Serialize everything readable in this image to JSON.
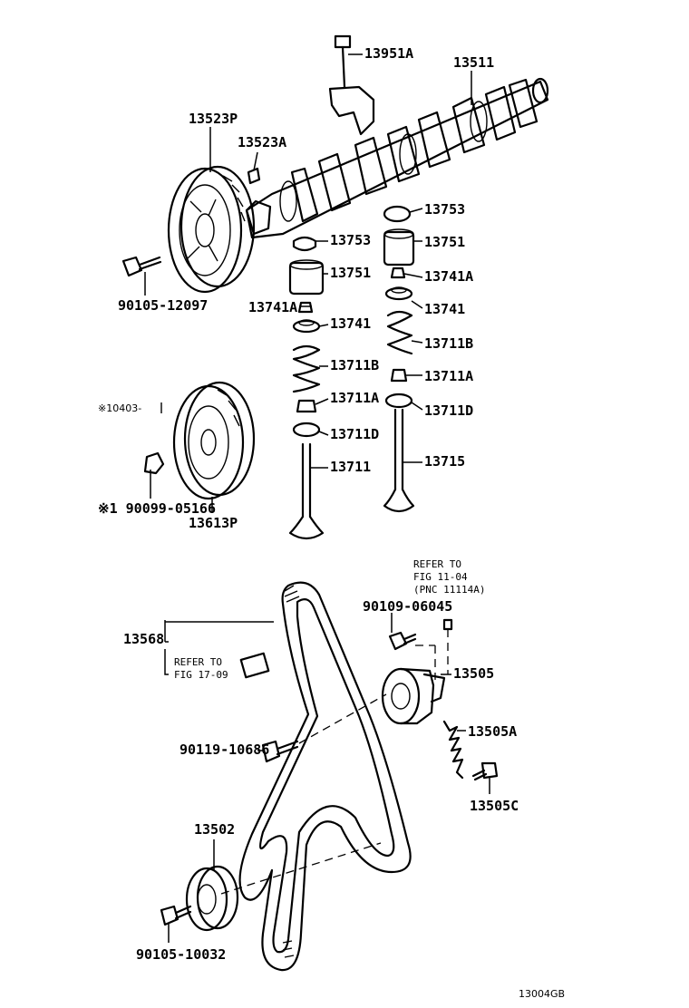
{
  "labels": {
    "p13951A": "13951A",
    "p13511": "13511",
    "p13523P": "13523P",
    "p13523A": "13523A",
    "p90105_12097": "90105-12097",
    "p13753_left": "13753",
    "p13751_left": "13751",
    "p13741A_left": "13741A",
    "p13741_left": "13741",
    "p13711B_left": "13711B",
    "p13711A_left": "13711A",
    "p13711D_left": "13711D",
    "p13711": "13711",
    "p13753_right": "13753",
    "p13751_right": "13751",
    "p13741A_right": "13741A",
    "p13741_right": "13741",
    "p13711B_right": "13711B",
    "p13711A_right": "13711A",
    "p13711D_right": "13711D",
    "p13715": "13715",
    "p10403": "※10403-",
    "p90099_05166": "※1 90099-05166",
    "p13613P": "13613P",
    "p13568": "13568",
    "p90109_06045": "90109-06045",
    "p13505": "13505",
    "p13505A": "13505A",
    "p13505C": "13505C",
    "p90119_10686": "90119-10686",
    "p13502": "13502",
    "p90105_10032": "90105-10032"
  },
  "notes": {
    "refer_11_04_l1": "REFER TO",
    "refer_11_04_l2": "FIG 11-04",
    "refer_11_04_l3": "(PNC 11114A)",
    "refer_17_09_l1": "REFER TO",
    "refer_17_09_l2": "FIG 17-09"
  },
  "figure_code": "13004GB"
}
